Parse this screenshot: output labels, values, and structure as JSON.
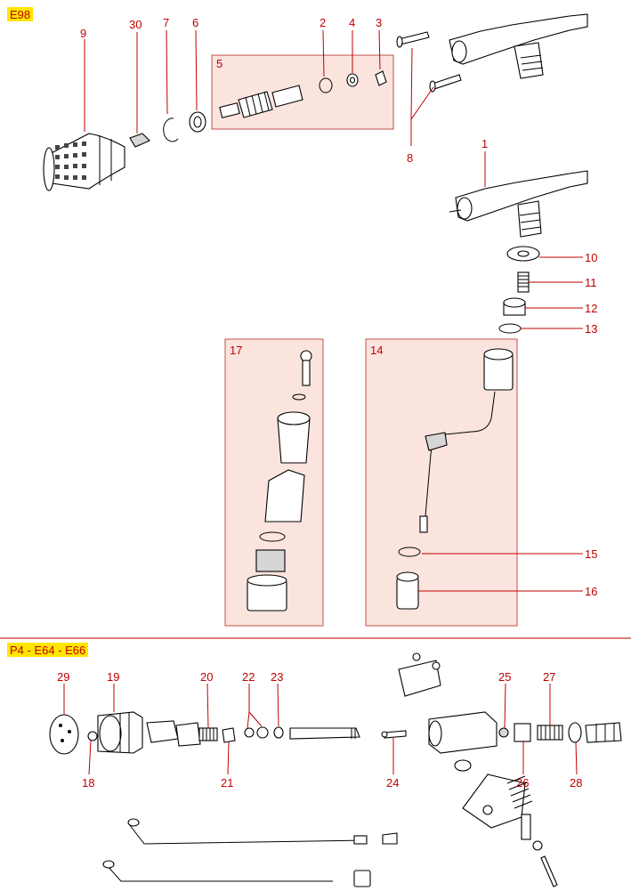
{
  "sections": [
    {
      "tag": "E98"
    },
    {
      "tag": "P4 - E64 - E66"
    }
  ],
  "labels": [
    "9",
    "30",
    "7",
    "6",
    "5",
    "2",
    "4",
    "3",
    "8",
    "1",
    "10",
    "11",
    "12",
    "13",
    "17",
    "14",
    "15",
    "16",
    "29",
    "19",
    "20",
    "22",
    "23",
    "25",
    "27",
    "18",
    "21",
    "24",
    "26",
    "28"
  ],
  "colors": {
    "label": "#c00000",
    "box_fill": "#fbe4de",
    "box_border": "#c0504d",
    "tag_bg": "#ffe600",
    "divider": "#c00000"
  }
}
